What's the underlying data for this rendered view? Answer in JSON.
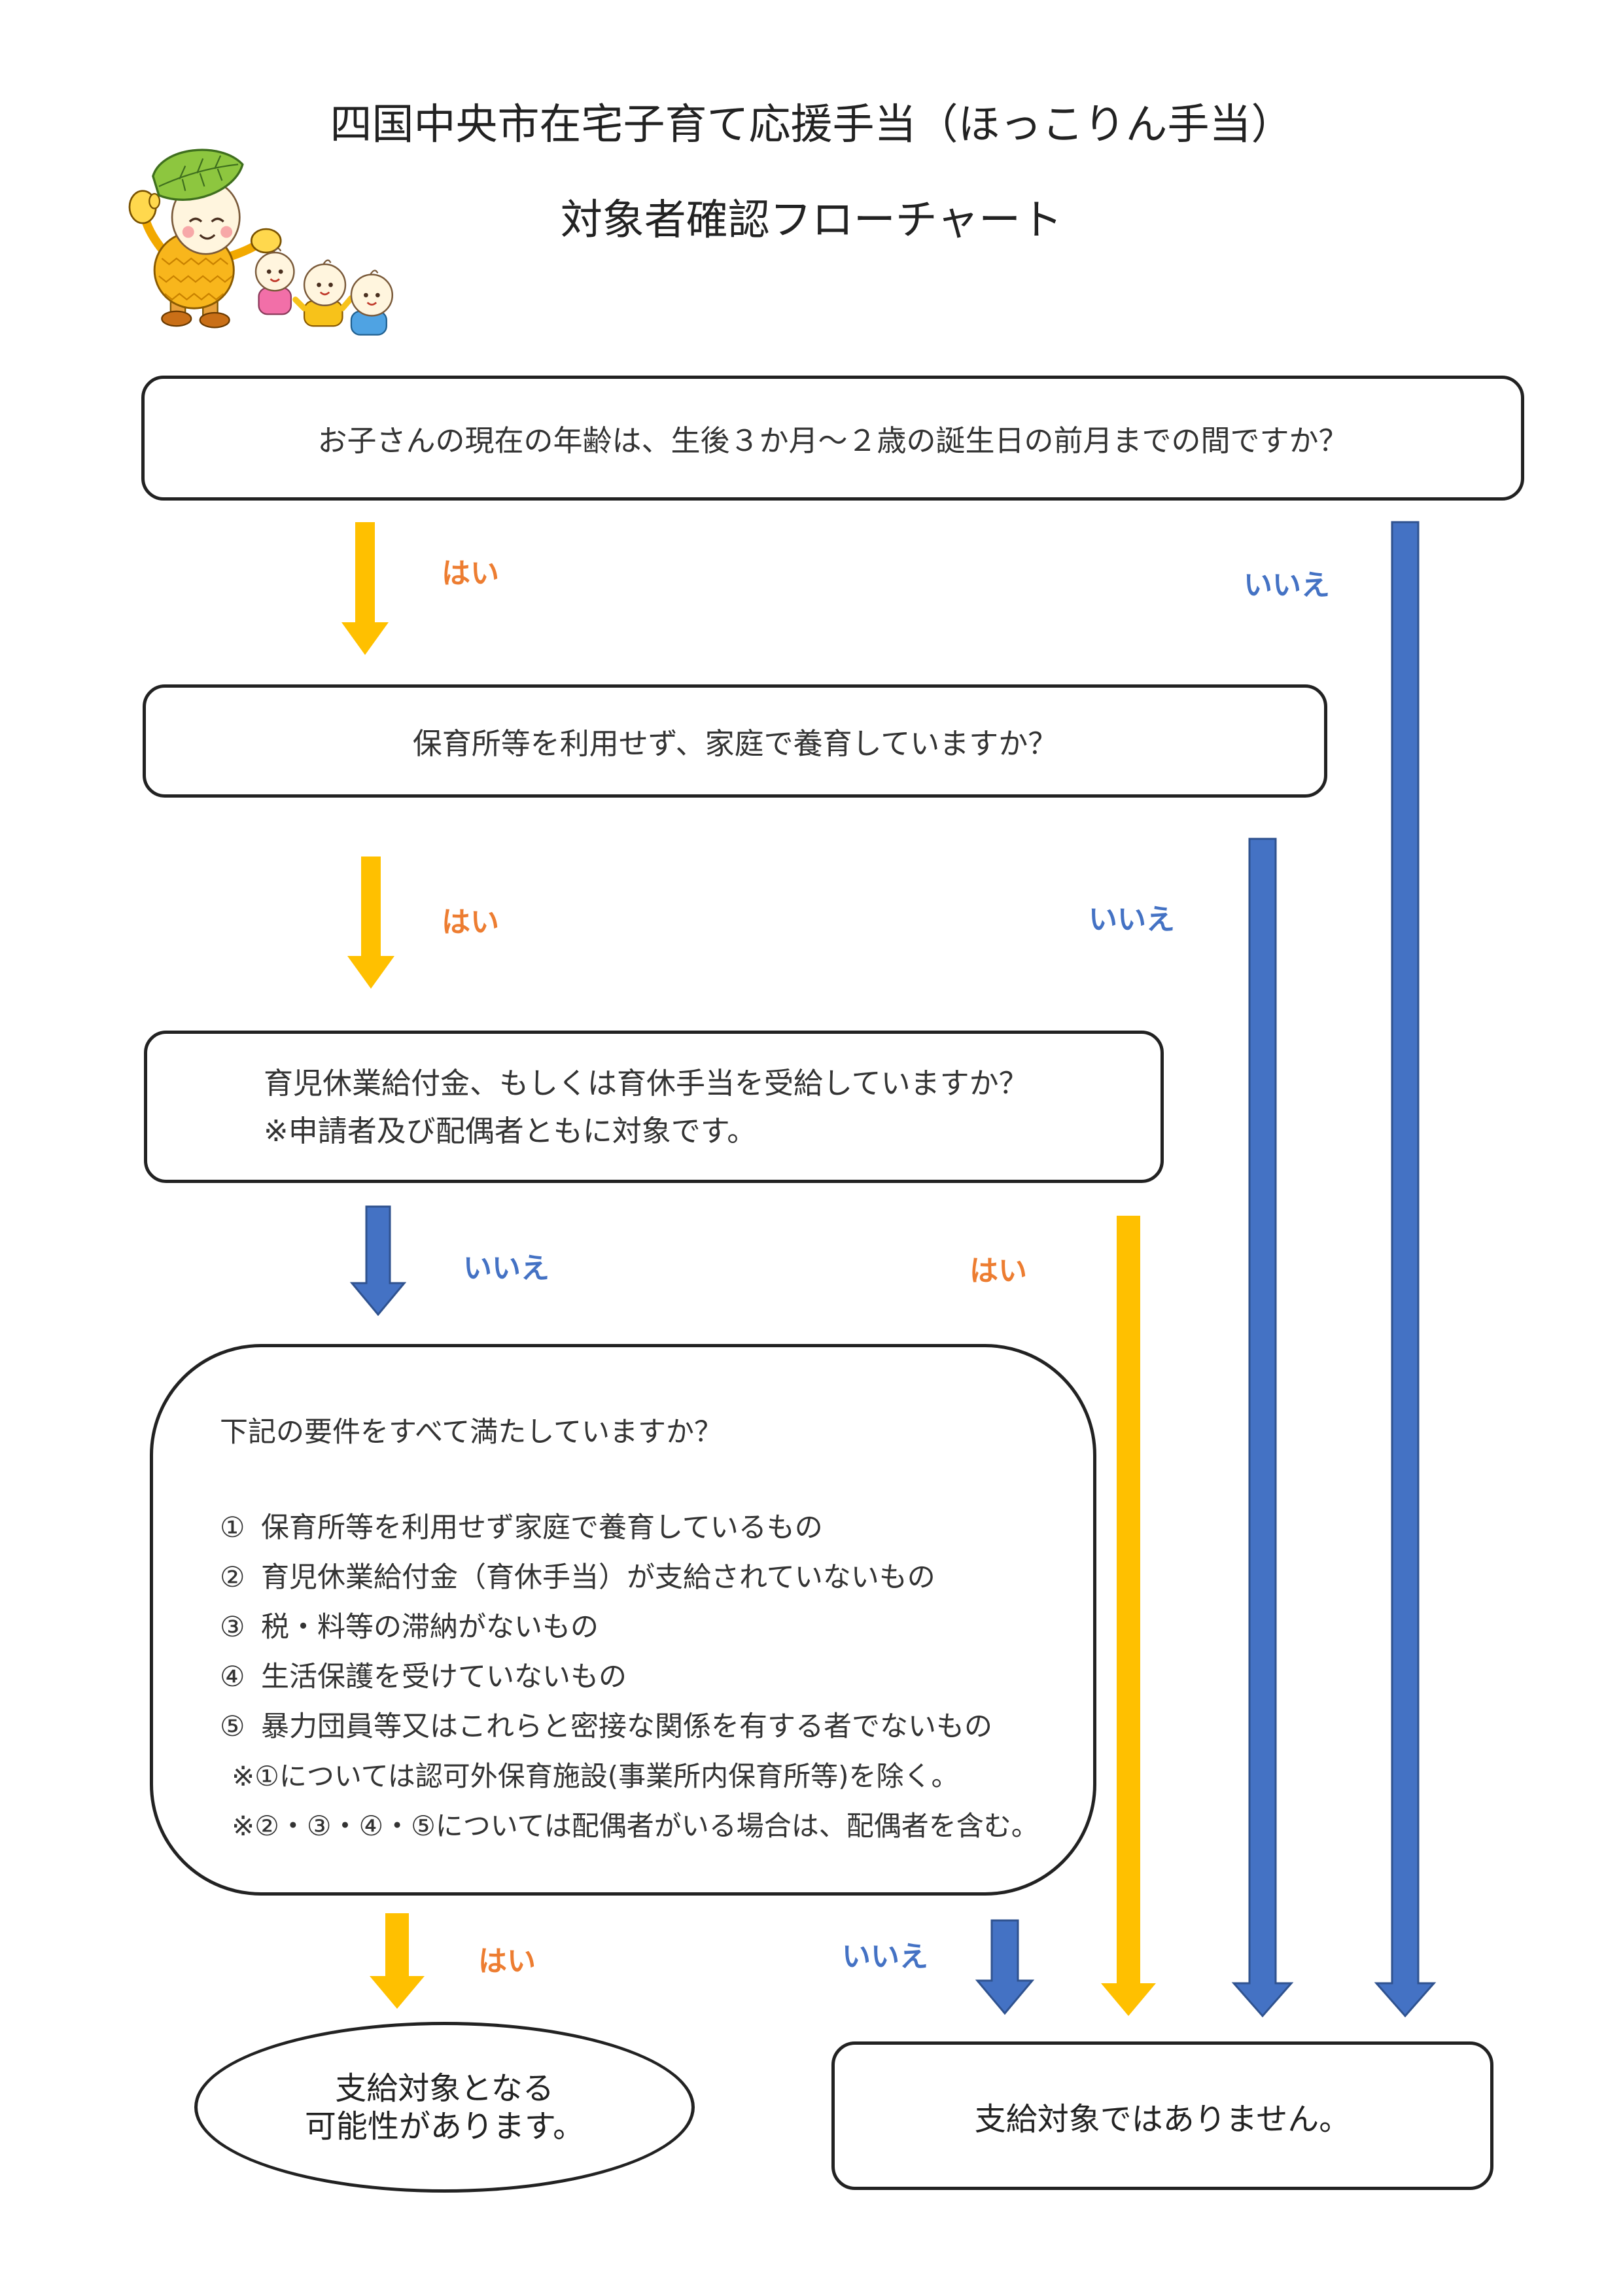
{
  "title": {
    "line1": "四国中央市在宅子育て応援手当（ほっこりん手当）",
    "line2": "対象者確認フローチャート"
  },
  "steps": {
    "age": {
      "question": "お子さんの現在の年齢は、生後３か月～２歳の誕生日の前月までの間ですか？",
      "yes": "はい",
      "no": "いいえ"
    },
    "home_care": {
      "question": "保育所等を利用せず、家庭で養育していますか？",
      "yes": "はい",
      "no": "いいえ"
    },
    "childcare_leave": {
      "question": "育児休業給付金、もしくは育休手当を受給していますか？",
      "note": "※申請者及び配偶者ともに対象です。",
      "yes": "はい",
      "no": "いいえ"
    },
    "requirements": {
      "question": "下記の要件をすべて満たしていますか？",
      "items": [
        {
          "num": "①",
          "text": "保育所等を利用せず家庭で養育しているもの"
        },
        {
          "num": "②",
          "text": "育児休業給付金（育休手当）が支給されていないもの"
        },
        {
          "num": "③",
          "text": "税・料等の滞納がないもの"
        },
        {
          "num": "④",
          "text": "生活保護を受けていないもの"
        },
        {
          "num": "⑤",
          "text": "暴力団員等又はこれらと密接な関係を有する者でないもの"
        }
      ],
      "notes": [
        "※①については認可外保育施設(事業所内保育所等)を除く。",
        "※②・③・④・⑤については配偶者がいる場合は、配偶者を含む。"
      ],
      "yes": "はい",
      "no": "いいえ"
    }
  },
  "results": {
    "eligible": {
      "line1": "支給対象となる",
      "line2": "可能性があります。"
    },
    "not_eligible": "支給対象ではありません。"
  },
  "colors": {
    "yes_arrow": "#FFC000",
    "no_arrow": "#4472C4",
    "yes_label": "#ED7D31",
    "no_label": "#4472C4",
    "no_arrow_outline": "#2F528F"
  }
}
